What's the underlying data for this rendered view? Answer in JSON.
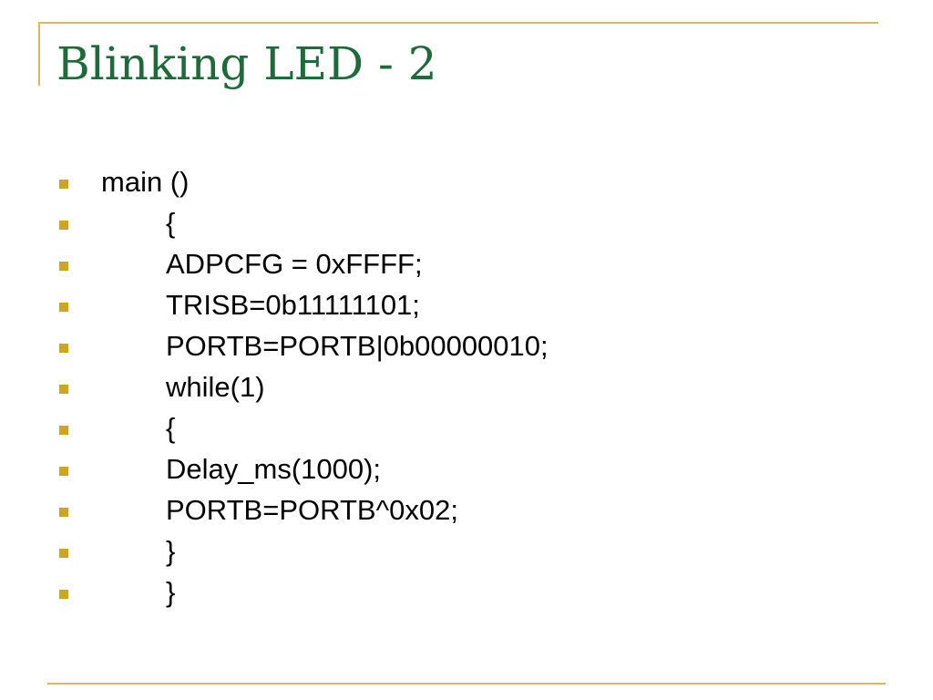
{
  "slide": {
    "title": "Blinking LED - 2",
    "bullets": [
      {
        "text": "main ()",
        "indent": 0
      },
      {
        "text": "{",
        "indent": 1
      },
      {
        "text": "ADPCFG = 0xFFFF;",
        "indent": 1
      },
      {
        "text": "TRISB=0b11111101;",
        "indent": 1
      },
      {
        "text": "PORTB=PORTB|0b00000010;",
        "indent": 1
      },
      {
        "text": "while(1)",
        "indent": 1
      },
      {
        "text": "{",
        "indent": 1
      },
      {
        "text": "Delay_ms(1000);",
        "indent": 1
      },
      {
        "text": "PORTB=PORTB^0x02;",
        "indent": 1
      },
      {
        "text": "}",
        "indent": 1
      },
      {
        "text": "}",
        "indent": 1
      }
    ]
  },
  "colors": {
    "title": "#1e6b3a",
    "frame": "#d9b860",
    "bullet": "#cfa520",
    "text": "#000000"
  },
  "icons": {
    "bullet": "square-bullet-icon"
  }
}
